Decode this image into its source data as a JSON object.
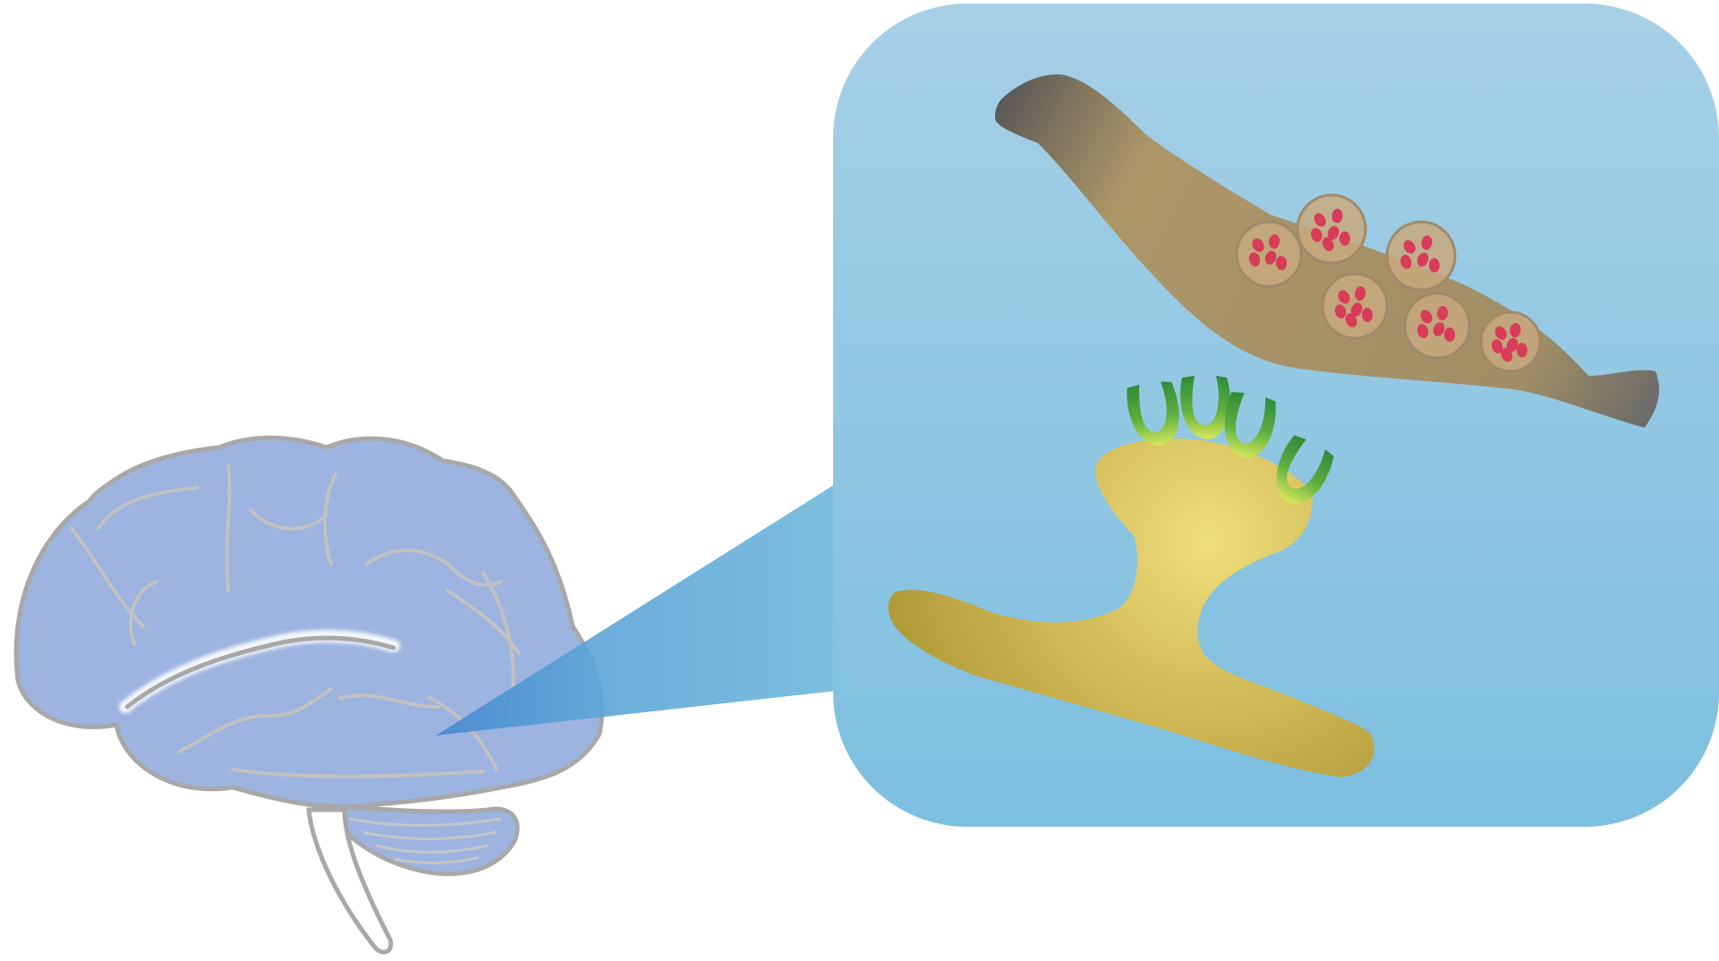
{
  "figure": {
    "colors": {
      "background": "#ffffff",
      "brain_fill": "#9db4e0",
      "brain_outline": "#a8a8a8",
      "brain_glow": "#ffffff",
      "panel_top": "#a7d0e6",
      "panel_bottom": "#7cbfdf",
      "callout": "#5aa2d6",
      "presynaptic_body": "#ad9668",
      "presynaptic_dark": "#555555",
      "vesicle_fill": "#c8a97e",
      "vesicle_ring": "#a08a6a",
      "neurotransmitter": "#d83c5a",
      "postsynaptic_center": "#efdf7a",
      "postsynaptic_body": "#d8c25a",
      "postsynaptic_dark": "#5b5b5b",
      "receptor_green": "#3f9a3e",
      "receptor_highlight": "#d8e85a"
    },
    "elements": {
      "brain": "brain-illustration",
      "zoom_panel": "synapse-zoom-panel",
      "presynaptic": "presynaptic-terminal",
      "postsynaptic": "postsynaptic-spine",
      "vesicle_count": 6,
      "receptor_count": 4
    }
  }
}
